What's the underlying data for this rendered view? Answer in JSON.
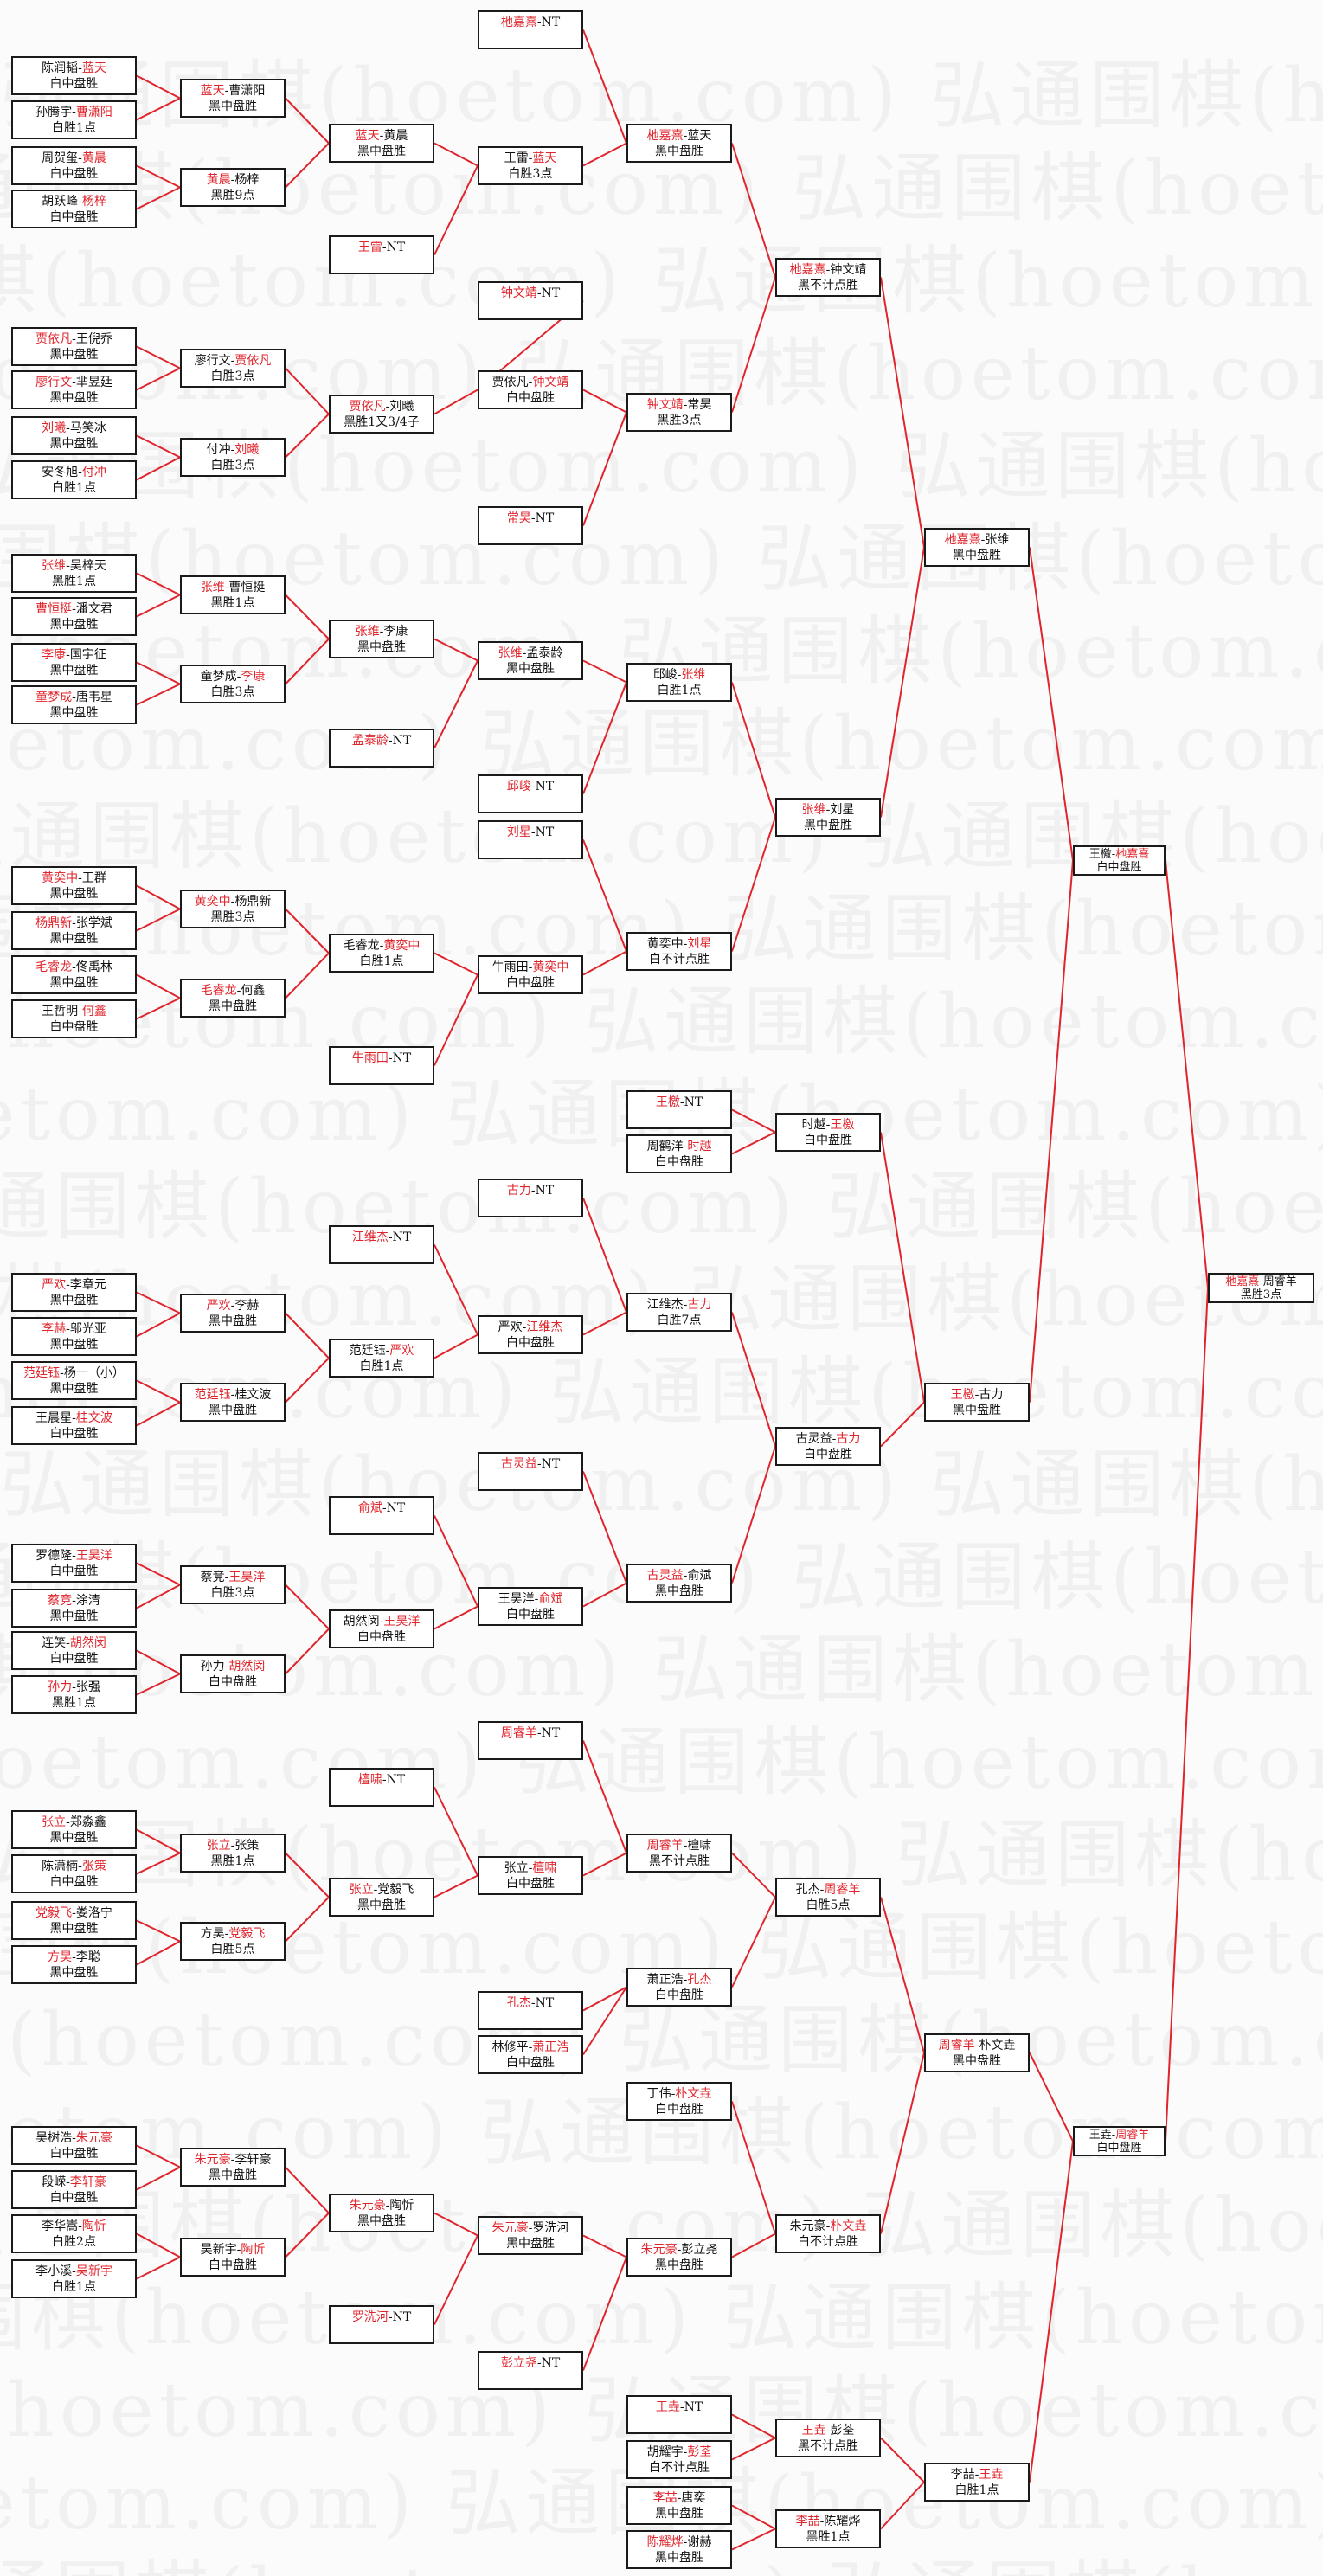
{
  "watermark": "弘通围棋(hoetom.com)",
  "colors": {
    "winner": "#e0242c",
    "connector": "#e0242c",
    "box_border": "#1a1a1a",
    "text": "#111111"
  },
  "matches": {
    "r1_01": {
      "p1": "陈润韬",
      "p2": "蓝天",
      "winner": 2,
      "result": "白中盘胜"
    },
    "r1_02": {
      "p1": "孙腾宇",
      "p2": "曹潇阳",
      "winner": 2,
      "result": "白胜1点"
    },
    "r1_03": {
      "p1": "周贺玺",
      "p2": "黄晨",
      "winner": 2,
      "result": "白中盘胜"
    },
    "r1_04": {
      "p1": "胡跃峰",
      "p2": "杨梓",
      "winner": 2,
      "result": "白中盘胜"
    },
    "r1_05": {
      "p1": "贾依凡",
      "p2": "王倪乔",
      "winner": 1,
      "result": "黑中盘胜"
    },
    "r1_06": {
      "p1": "廖行文",
      "p2": "芈昱廷",
      "winner": 1,
      "result": "黑中盘胜"
    },
    "r1_07": {
      "p1": "刘曦",
      "p2": "马笑冰",
      "winner": 1,
      "result": "黑中盘胜"
    },
    "r1_08": {
      "p1": "安冬旭",
      "p2": "付冲",
      "winner": 2,
      "result": "白胜1点"
    },
    "r1_09": {
      "p1": "张维",
      "p2": "吴梓天",
      "winner": 1,
      "result": "黑胜1点"
    },
    "r1_10": {
      "p1": "曹恒挺",
      "p2": "潘文君",
      "winner": 1,
      "result": "黑中盘胜"
    },
    "r1_11": {
      "p1": "李康",
      "p2": "国宇征",
      "winner": 1,
      "result": "黑中盘胜"
    },
    "r1_12": {
      "p1": "童梦成",
      "p2": "唐韦星",
      "winner": 1,
      "result": "黑中盘胜"
    },
    "r1_13": {
      "p1": "黄奕中",
      "p2": "王群",
      "winner": 1,
      "result": "黑中盘胜"
    },
    "r1_14": {
      "p1": "杨鼎新",
      "p2": "张学斌",
      "winner": 1,
      "result": "黑中盘胜"
    },
    "r1_15": {
      "p1": "毛睿龙",
      "p2": "佟禹林",
      "winner": 1,
      "result": "黑中盘胜"
    },
    "r1_16": {
      "p1": "王哲明",
      "p2": "何鑫",
      "winner": 2,
      "result": "白中盘胜"
    },
    "r1_17": {
      "p1": "严欢",
      "p2": "李章元",
      "winner": 1,
      "result": "黑中盘胜"
    },
    "r1_18": {
      "p1": "李赫",
      "p2": "邬光亚",
      "winner": 1,
      "result": "黑中盘胜"
    },
    "r1_19": {
      "p1": "范廷钰",
      "p2": "杨一（小）",
      "winner": 1,
      "result": "黑中盘胜"
    },
    "r1_20": {
      "p1": "王晨星",
      "p2": "桂文波",
      "winner": 2,
      "result": "白中盘胜"
    },
    "r1_21": {
      "p1": "罗德隆",
      "p2": "王昊洋",
      "winner": 2,
      "result": "白中盘胜"
    },
    "r1_22": {
      "p1": "蔡竞",
      "p2": "涂清",
      "winner": 1,
      "result": "黑中盘胜"
    },
    "r1_23": {
      "p1": "连笑",
      "p2": "胡然闵",
      "winner": 2,
      "result": "白中盘胜"
    },
    "r1_24": {
      "p1": "孙力",
      "p2": "张强",
      "winner": 1,
      "result": "黑胜1点"
    },
    "r1_25": {
      "p1": "张立",
      "p2": "郑淼鑫",
      "winner": 1,
      "result": "黑中盘胜"
    },
    "r1_26": {
      "p1": "陈潇楠",
      "p2": "张策",
      "winner": 2,
      "result": "白中盘胜"
    },
    "r1_27": {
      "p1": "党毅飞",
      "p2": "娄洛宁",
      "winner": 1,
      "result": "黑中盘胜"
    },
    "r1_28": {
      "p1": "方昊",
      "p2": "李聪",
      "winner": 1,
      "result": "黑中盘胜"
    },
    "r1_29": {
      "p1": "吴树浩",
      "p2": "朱元豪",
      "winner": 2,
      "result": "白中盘胜"
    },
    "r1_30": {
      "p1": "段嵘",
      "p2": "李轩豪",
      "winner": 2,
      "result": "白中盘胜"
    },
    "r1_31": {
      "p1": "李华嵩",
      "p2": "陶忻",
      "winner": 2,
      "result": "白胜2点"
    },
    "r1_32": {
      "p1": "李小溪",
      "p2": "吴新宇",
      "winner": 2,
      "result": "白胜1点"
    },
    "r2_01": {
      "p1": "蓝天",
      "p2": "曹潇阳",
      "winner": 1,
      "result": "黑中盘胜"
    },
    "r2_02": {
      "p1": "黄晨",
      "p2": "杨梓",
      "winner": 1,
      "result": "黑胜9点"
    },
    "r2_03": {
      "p1": "廖行文",
      "p2": "贾依凡",
      "winner": 2,
      "result": "白胜3点"
    },
    "r2_04": {
      "p1": "付冲",
      "p2": "刘曦",
      "winner": 2,
      "result": "白胜3点"
    },
    "r2_05": {
      "p1": "张维",
      "p2": "曹恒挺",
      "winner": 1,
      "result": "黑胜1点"
    },
    "r2_06": {
      "p1": "童梦成",
      "p2": "李康",
      "winner": 2,
      "result": "白胜3点"
    },
    "r2_07": {
      "p1": "黄奕中",
      "p2": "杨鼎新",
      "winner": 1,
      "result": "黑胜3点"
    },
    "r2_08": {
      "p1": "毛睿龙",
      "p2": "何鑫",
      "winner": 1,
      "result": "黑中盘胜"
    },
    "r2_09": {
      "p1": "严欢",
      "p2": "李赫",
      "winner": 1,
      "result": "黑中盘胜"
    },
    "r2_10": {
      "p1": "范廷钰",
      "p2": "桂文波",
      "winner": 1,
      "result": "黑中盘胜"
    },
    "r2_11": {
      "p1": "蔡竞",
      "p2": "王昊洋",
      "winner": 2,
      "result": "白胜3点"
    },
    "r2_12": {
      "p1": "孙力",
      "p2": "胡然闵",
      "winner": 2,
      "result": "白中盘胜"
    },
    "r2_13": {
      "p1": "张立",
      "p2": "张策",
      "winner": 1,
      "result": "黑胜1点"
    },
    "r2_14": {
      "p1": "方昊",
      "p2": "党毅飞",
      "winner": 2,
      "result": "白胜5点"
    },
    "r2_15": {
      "p1": "朱元豪",
      "p2": "李轩豪",
      "winner": 1,
      "result": "黑中盘胜"
    },
    "r2_16": {
      "p1": "吴新宇",
      "p2": "陶忻",
      "winner": 2,
      "result": "白中盘胜"
    },
    "r3_01": {
      "p1": "蓝天",
      "p2": "黄晨",
      "winner": 1,
      "result": "黑中盘胜"
    },
    "r3_02": {
      "p1": "贾依凡",
      "p2": "刘曦",
      "winner": 1,
      "result": "黑胜1又3/4子"
    },
    "r3_03": {
      "p1": "张维",
      "p2": "李康",
      "winner": 1,
      "result": "黑中盘胜"
    },
    "r3_04": {
      "p1": "毛睿龙",
      "p2": "黄奕中",
      "winner": 2,
      "result": "白胜1点"
    },
    "r3_05": {
      "p1": "范廷钰",
      "p2": "严欢",
      "winner": 2,
      "result": "白胜1点"
    },
    "r3_06": {
      "p1": "胡然闵",
      "p2": "王昊洋",
      "winner": 2,
      "result": "白中盘胜"
    },
    "r3_07": {
      "p1": "张立",
      "p2": "党毅飞",
      "winner": 1,
      "result": "黑中盘胜"
    },
    "r3_08": {
      "p1": "朱元豪",
      "p2": "陶忻",
      "winner": 1,
      "result": "黑中盘胜"
    },
    "nt_wanglei": {
      "p1": "王雷",
      "p2": "NT",
      "winner": 1,
      "result": ""
    },
    "nt_mengtailing": {
      "p1": "孟泰龄",
      "p2": "NT",
      "winner": 1,
      "result": ""
    },
    "nt_niuyutian": {
      "p1": "牛雨田",
      "p2": "NT",
      "winner": 1,
      "result": ""
    },
    "nt_jiangweijie": {
      "p1": "江维杰",
      "p2": "NT",
      "winner": 1,
      "result": ""
    },
    "nt_yubin": {
      "p1": "俞斌",
      "p2": "NT",
      "winner": 1,
      "result": ""
    },
    "nt_tanxiao": {
      "p1": "檀啸",
      "p2": "NT",
      "winner": 1,
      "result": ""
    },
    "nt_luoxihe": {
      "p1": "罗洗河",
      "p2": "NT",
      "winner": 1,
      "result": ""
    },
    "nt_tuojiaxi": {
      "p1": "杝嘉熹",
      "p2": "NT",
      "winner": 1,
      "result": ""
    },
    "r4_01": {
      "p1": "王雷",
      "p2": "蓝天",
      "winner": 2,
      "result": "白胜3点"
    },
    "nt_zhongwenjing": {
      "p1": "钟文靖",
      "p2": "NT",
      "winner": 1,
      "result": ""
    },
    "r4_02": {
      "p1": "贾依凡",
      "p2": "钟文靖",
      "winner": 2,
      "result": "白中盘胜"
    },
    "nt_changhao": {
      "p1": "常昊",
      "p2": "NT",
      "winner": 1,
      "result": ""
    },
    "r4_03": {
      "p1": "张维",
      "p2": "孟泰龄",
      "winner": 1,
      "result": "黑中盘胜"
    },
    "nt_qiujun": {
      "p1": "邱峻",
      "p2": "NT",
      "winner": 1,
      "result": ""
    },
    "nt_liuxing": {
      "p1": "刘星",
      "p2": "NT",
      "winner": 1,
      "result": ""
    },
    "r4_04": {
      "p1": "牛雨田",
      "p2": "黄奕中",
      "winner": 2,
      "result": "白中盘胜"
    },
    "nt_guli": {
      "p1": "古力",
      "p2": "NT",
      "winner": 1,
      "result": ""
    },
    "r4_05": {
      "p1": "严欢",
      "p2": "江维杰",
      "winner": 2,
      "result": "白中盘胜"
    },
    "nt_gulingyi": {
      "p1": "古灵益",
      "p2": "NT",
      "winner": 1,
      "result": ""
    },
    "r4_06": {
      "p1": "王昊洋",
      "p2": "俞斌",
      "winner": 2,
      "result": "白中盘胜"
    },
    "nt_zhouruiyang": {
      "p1": "周睿羊",
      "p2": "NT",
      "winner": 1,
      "result": ""
    },
    "r4_07": {
      "p1": "张立",
      "p2": "檀啸",
      "winner": 2,
      "result": "白中盘胜"
    },
    "nt_kongjie": {
      "p1": "孔杰",
      "p2": "NT",
      "winner": 1,
      "result": ""
    },
    "r4_08": {
      "p1": "林修平",
      "p2": "萧正浩",
      "winner": 2,
      "result": "白中盘胜"
    },
    "r4_09": {
      "p1": "朱元豪",
      "p2": "罗洗河",
      "winner": 1,
      "result": "黑中盘胜"
    },
    "nt_penglirao": {
      "p1": "彭立尧",
      "p2": "NT",
      "winner": 1,
      "result": ""
    },
    "r5_01": {
      "p1": "杝嘉熹",
      "p2": "蓝天",
      "winner": 1,
      "result": "黑中盘胜"
    },
    "r5_02": {
      "p1": "钟文靖",
      "p2": "常昊",
      "winner": 1,
      "result": "黑胜3点"
    },
    "r5_03": {
      "p1": "邱峻",
      "p2": "张维",
      "winner": 2,
      "result": "白胜1点"
    },
    "r5_04": {
      "p1": "黄奕中",
      "p2": "刘星",
      "winner": 2,
      "result": "白不计点胜"
    },
    "nt_wangxi": {
      "p1": "王檄",
      "p2": "NT",
      "winner": 1,
      "result": ""
    },
    "r5_05": {
      "p1": "周鹤洋",
      "p2": "时越",
      "winner": 2,
      "result": "白中盘胜"
    },
    "r5_06": {
      "p1": "江维杰",
      "p2": "古力",
      "winner": 2,
      "result": "白胜7点"
    },
    "r5_07": {
      "p1": "古灵益",
      "p2": "俞斌",
      "winner": 1,
      "result": "黑中盘胜"
    },
    "r5_08": {
      "p1": "周睿羊",
      "p2": "檀啸",
      "winner": 1,
      "result": "黑不计点胜"
    },
    "r5_09": {
      "p1": "萧正浩",
      "p2": "孔杰",
      "winner": 2,
      "result": "白中盘胜"
    },
    "r5_10": {
      "p1": "丁伟",
      "p2": "朴文垚",
      "winner": 2,
      "result": "白中盘胜"
    },
    "r5_11": {
      "p1": "朱元豪",
      "p2": "彭立尧",
      "winner": 1,
      "result": "黑中盘胜"
    },
    "nt_wangyao": {
      "p1": "王垚",
      "p2": "NT",
      "winner": 1,
      "result": ""
    },
    "r5_12": {
      "p1": "胡耀宇",
      "p2": "彭荃",
      "winner": 2,
      "result": "白不计点胜"
    },
    "r5_13": {
      "p1": "李喆",
      "p2": "唐奕",
      "winner": 1,
      "result": "黑中盘胜"
    },
    "r5_14": {
      "p1": "陈耀烨",
      "p2": "谢赫",
      "winner": 1,
      "result": "黑中盘胜"
    },
    "r6_01": {
      "p1": "杝嘉熹",
      "p2": "钟文靖",
      "winner": 1,
      "result": "黑不计点胜"
    },
    "r6_02": {
      "p1": "张维",
      "p2": "刘星",
      "winner": 1,
      "result": "黑中盘胜"
    },
    "r6_03": {
      "p1": "时越",
      "p2": "王檄",
      "winner": 2,
      "result": "白中盘胜"
    },
    "r6_04": {
      "p1": "古灵益",
      "p2": "古力",
      "winner": 2,
      "result": "白中盘胜"
    },
    "r6_05": {
      "p1": "孔杰",
      "p2": "周睿羊",
      "winner": 2,
      "result": "白胜5点"
    },
    "r6_06": {
      "p1": "朱元豪",
      "p2": "朴文垚",
      "winner": 2,
      "result": "白不计点胜"
    },
    "r6_07": {
      "p1": "王垚",
      "p2": "彭荃",
      "winner": 1,
      "result": "黑不计点胜"
    },
    "r6_08": {
      "p1": "李喆",
      "p2": "陈耀烨",
      "winner": 1,
      "result": "黑胜1点"
    },
    "r7_01": {
      "p1": "杝嘉熹",
      "p2": "张维",
      "winner": 1,
      "result": "黑中盘胜"
    },
    "r7_02": {
      "p1": "王檄",
      "p2": "古力",
      "winner": 1,
      "result": "黑中盘胜"
    },
    "r7_03": {
      "p1": "周睿羊",
      "p2": "朴文垚",
      "winner": 1,
      "result": "黑中盘胜"
    },
    "r7_04": {
      "p1": "李喆",
      "p2": "王垚",
      "winner": 2,
      "result": "白胜1点"
    },
    "r8_01": {
      "p1": "王檄",
      "p2": "杝嘉熹",
      "winner": 2,
      "result": "白中盘胜"
    },
    "r8_02": {
      "p1": "王垚",
      "p2": "周睿羊",
      "winner": 2,
      "result": "白中盘胜"
    },
    "final": {
      "p1": "杝嘉熹",
      "p2": "周睿羊",
      "winner": 1,
      "result": "黑胜3点"
    }
  }
}
